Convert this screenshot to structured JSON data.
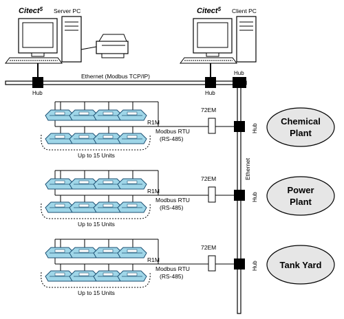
{
  "logo": {
    "text": "Citect",
    "suffix": "5"
  },
  "server_label": "Server PC",
  "client_label": "Client PC",
  "ethernet_label": "Ethernet (Modbus TCP/IP)",
  "ethernet_vertical_label": "Ethernet",
  "hub_label": "Hub",
  "groups": [
    {
      "device_label": "R1M",
      "converter_label": "72EM",
      "protocol_line1": "Modbus RTU",
      "protocol_line2": "(RS-485)",
      "units_label": "Up to 15 Units",
      "plant_line1": "Chemical",
      "plant_line2": "Plant"
    },
    {
      "device_label": "R1M",
      "converter_label": "72EM",
      "protocol_line1": "Modbus RTU",
      "protocol_line2": "(RS-485)",
      "units_label": "Up to 15 Units",
      "plant_line1": "Power",
      "plant_line2": "Plant"
    },
    {
      "device_label": "R1M",
      "converter_label": "72EM",
      "protocol_line1": "Modbus RTU",
      "protocol_line2": "(RS-485)",
      "units_label": "Up to 15 Units",
      "plant_line1": "Tank Yard",
      "plant_line2": ""
    }
  ],
  "colors": {
    "device_fill": "#9fd6e8",
    "device_stroke": "#1b4f72",
    "plant_fill": "#e6e6e6",
    "line": "#000000"
  }
}
